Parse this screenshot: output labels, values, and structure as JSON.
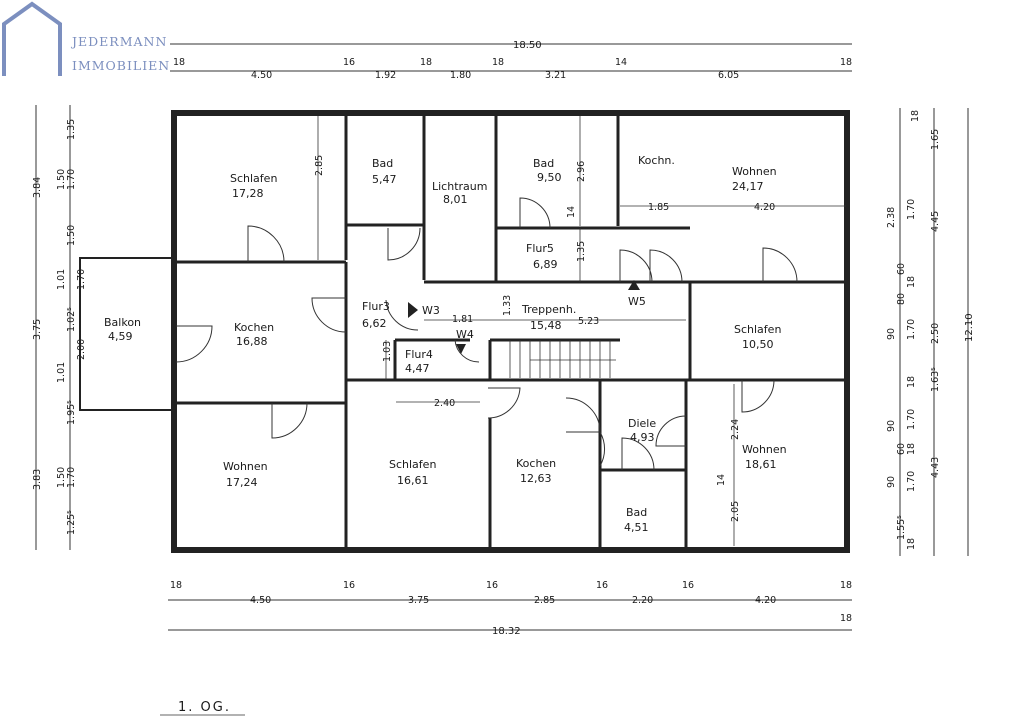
{
  "logo": {
    "line1": "JEDERMANN",
    "line2": "IMMOBILIEN",
    "color": "#7c8fbf"
  },
  "floor_label": "1. OG.",
  "rooms": [
    {
      "name": "Schlafen",
      "area": "17,28"
    },
    {
      "name": "Bad",
      "area": "5,47"
    },
    {
      "name": "Lichtraum",
      "area": "8,01"
    },
    {
      "name": "Bad",
      "area": "9,50"
    },
    {
      "name": "Kochn.",
      "area": ""
    },
    {
      "name": "Wohnen",
      "area": "24,17"
    },
    {
      "name": "Flur5",
      "area": "6,89"
    },
    {
      "name": "Balkon",
      "area": "4,59"
    },
    {
      "name": "Kochen",
      "area": "16,88"
    },
    {
      "name": "Flur3",
      "area": "6,62"
    },
    {
      "name": "Treppenh.",
      "area": "15,48"
    },
    {
      "name": "Schlafen",
      "area": "10,50"
    },
    {
      "name": "Flur4",
      "area": "4,47"
    },
    {
      "name": "Diele",
      "area": "4,93"
    },
    {
      "name": "Wohnen",
      "area": "17,24"
    },
    {
      "name": "Schlafen",
      "area": "16,61"
    },
    {
      "name": "Kochen",
      "area": "12,63"
    },
    {
      "name": "Wohnen",
      "area": "18,61"
    },
    {
      "name": "Bad",
      "area": "4,51"
    }
  ],
  "markers": [
    "W3",
    "W4",
    "W5"
  ],
  "top_dims": {
    "total": "18.50",
    "segments": [
      "18",
      "4.50",
      "16",
      "1.92",
      "18",
      "1.80",
      "18",
      "3.21",
      "14",
      "6.05",
      "18"
    ]
  },
  "bottom_dims": {
    "total": "18.32",
    "segments": [
      "18",
      "4.50",
      "16",
      "3.75",
      "16",
      "2.85",
      "16",
      "2.20",
      "16",
      "4.20",
      "18"
    ]
  },
  "left_dims": {
    "outer": [
      "3.84",
      "3.75",
      "3.83"
    ],
    "inner": [
      "1.35",
      "1.50",
      "1.70",
      "1.50",
      "1.01",
      "1.70",
      "1.02⁵",
      "2.00",
      "1.01",
      "1.95⁵",
      "1.50",
      "1.70",
      "1.25⁵"
    ]
  },
  "right_dims": {
    "total": "12.10",
    "col1": [
      "1.65",
      "4.45",
      "2.50",
      "1.63⁵",
      "4.43"
    ],
    "col2": [
      "18",
      "1.70",
      "18",
      "80",
      "1.70",
      "18",
      "1.70",
      "18",
      "1.70",
      "18"
    ],
    "col3": [
      "2.38",
      "60",
      "90",
      "90",
      "60",
      "90",
      "1.55⁵"
    ]
  },
  "interior_dims": [
    "2.85",
    "2.96",
    "14",
    "1.85",
    "4.20",
    "1.35",
    "1.81",
    "1.33",
    "5.23",
    "1.03",
    "2.40",
    "2.24",
    "2.05",
    "14"
  ]
}
